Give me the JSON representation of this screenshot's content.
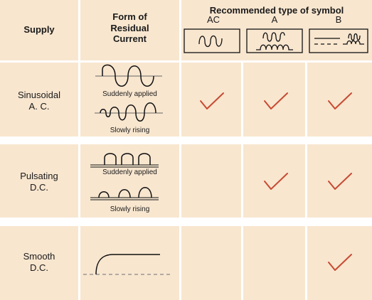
{
  "header": {
    "supply": "Supply",
    "form": "Form of\nResidual\nCurrent",
    "recommended": "Recommended type of symbol",
    "types": [
      "AC",
      "A",
      "B"
    ]
  },
  "rows": [
    {
      "supply": "Sinusoidal\nA. C.",
      "caption_top": "Suddenly applied",
      "caption_bottom": "Slowly rising",
      "recommended": {
        "AC": true,
        "A": true,
        "B": true
      }
    },
    {
      "supply": "Pulsating\nD.C.",
      "caption_top": "Suddenly applied",
      "caption_bottom": "Slowly rising",
      "recommended": {
        "AC": false,
        "A": true,
        "B": true
      }
    },
    {
      "supply": "Smooth\nD.C.",
      "recommended": {
        "AC": false,
        "A": false,
        "B": true
      }
    }
  ],
  "colors": {
    "cell": "#f8e6cf",
    "check": "#c84a32"
  }
}
